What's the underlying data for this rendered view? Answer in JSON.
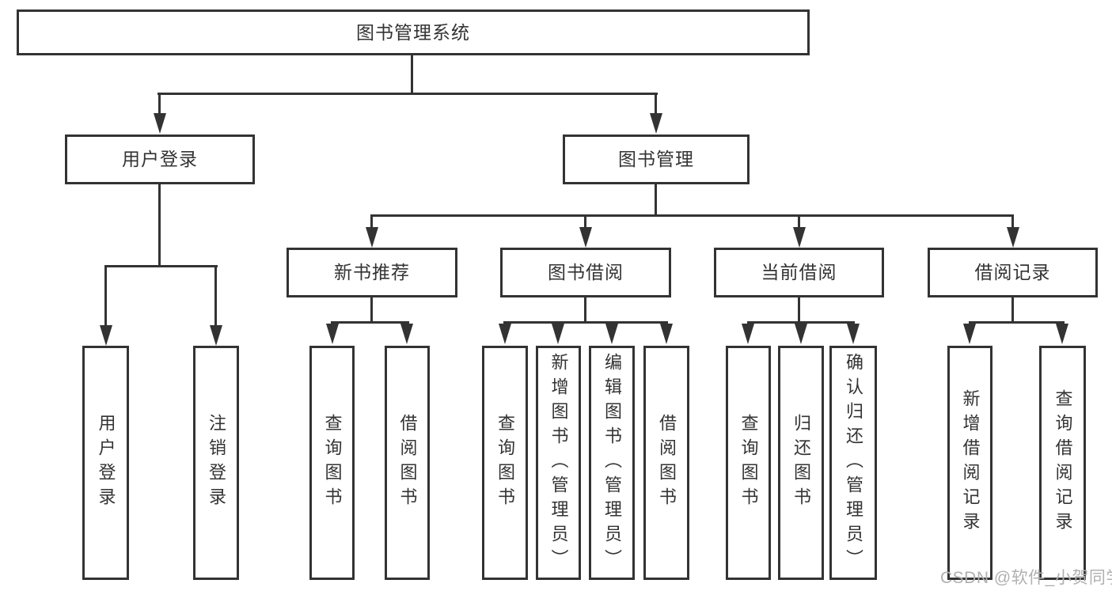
{
  "title": "图书管理系统",
  "watermark": "CSDN @软件_小贺同学",
  "colors": {
    "line": "#333333",
    "text": "#333333",
    "watermark": "#b0b0b0",
    "background": "#ffffff"
  },
  "level2": [
    "用户登录",
    "图书管理"
  ],
  "level3": [
    "新书推荐",
    "图书借阅",
    "当前借阅",
    "借阅记录"
  ],
  "leaves": {
    "user_login": [
      "用户登录",
      "注销登录"
    ],
    "new_book_recommend": [
      "查询图书",
      "借阅图书"
    ],
    "book_borrowing": [
      "查询图书",
      "新增图书（管理员）",
      "编辑图书（管理员）",
      "借阅图书"
    ],
    "current_borrowing": [
      "查询图书",
      "归还图书",
      "确认归还（管理员）"
    ],
    "borrowing_records": [
      "新增借阅记录",
      "查询借阅记录"
    ]
  }
}
